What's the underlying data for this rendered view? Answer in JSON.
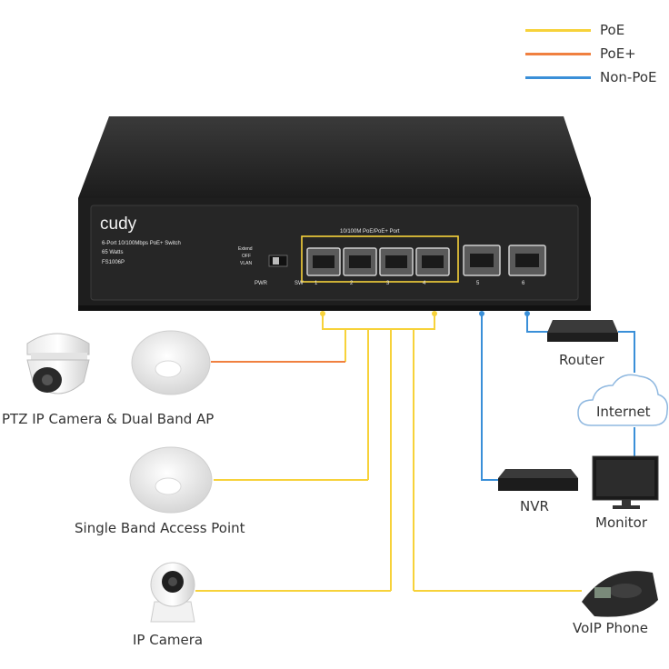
{
  "legend": [
    {
      "label": "PoE",
      "color": "#f7d23a"
    },
    {
      "label": "PoE+",
      "color": "#f08040"
    },
    {
      "label": "Non-PoE",
      "color": "#3a8fd8"
    }
  ],
  "switch": {
    "brand": "cudy",
    "desc_line1": "6-Port 10/100Mbps PoE+ Switch",
    "desc_line2": "65 Watts",
    "model": "FS1006P",
    "poe_port_label": "10/100M PoE/PoE+ Port",
    "mode_extend": "Extend",
    "mode_off": "OFF",
    "mode_vlan": "VLAN",
    "pwr": "PWR",
    "sw": "SW",
    "port_numbers": [
      "1",
      "2",
      "3",
      "4",
      "5",
      "6"
    ]
  },
  "devices": {
    "ptz": "PTZ IP Camera & Dual Band AP",
    "single_ap": "Single Band Access Point",
    "ip_camera": "IP Camera",
    "router": "Router",
    "internet": "Internet",
    "nvr": "NVR",
    "monitor": "Monitor",
    "voip": "VoIP Phone"
  },
  "icons": [
    "dome-camera-icon",
    "access-point-icon",
    "ip-camera-icon",
    "router-icon",
    "cloud-icon",
    "nvr-icon",
    "monitor-icon",
    "conference-phone-icon"
  ]
}
